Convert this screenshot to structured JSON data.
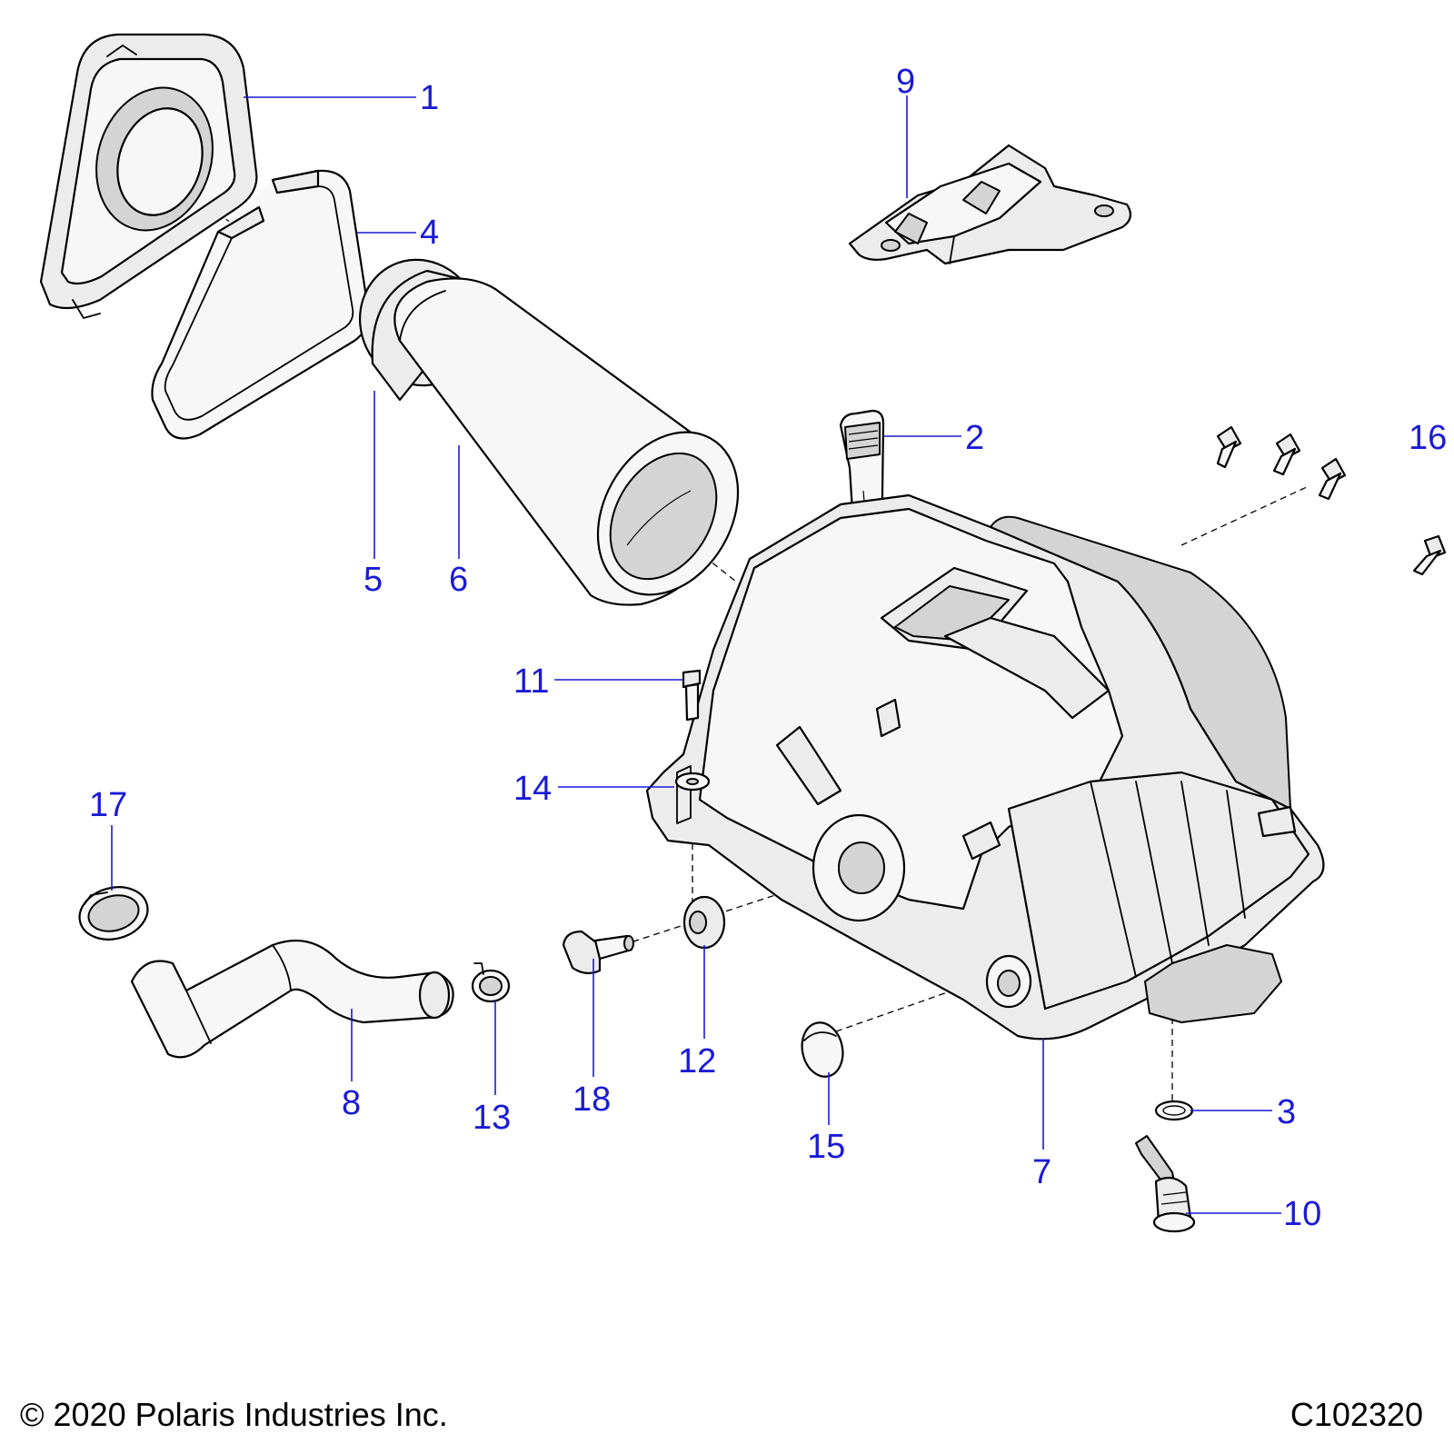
{
  "diagram": {
    "callouts": [
      {
        "id": "1",
        "text": "1"
      },
      {
        "id": "2",
        "text": "2"
      },
      {
        "id": "3",
        "text": "3"
      },
      {
        "id": "4",
        "text": "4"
      },
      {
        "id": "5",
        "text": "5"
      },
      {
        "id": "6",
        "text": "6"
      },
      {
        "id": "7",
        "text": "7"
      },
      {
        "id": "8",
        "text": "8"
      },
      {
        "id": "9",
        "text": "9"
      },
      {
        "id": "10",
        "text": "10"
      },
      {
        "id": "11",
        "text": "11"
      },
      {
        "id": "12",
        "text": "12"
      },
      {
        "id": "13",
        "text": "13"
      },
      {
        "id": "14",
        "text": "14"
      },
      {
        "id": "15",
        "text": "15"
      },
      {
        "id": "16",
        "text": "16"
      },
      {
        "id": "17",
        "text": "17"
      },
      {
        "id": "18",
        "text": "18"
      }
    ]
  },
  "footer": {
    "copyright": "© 2020 Polaris Industries Inc.",
    "figure_id": "C102320"
  },
  "colors": {
    "callout": "#1a1ad6",
    "line": "#000000",
    "part_fill": "#ececec",
    "background": "#ffffff"
  }
}
